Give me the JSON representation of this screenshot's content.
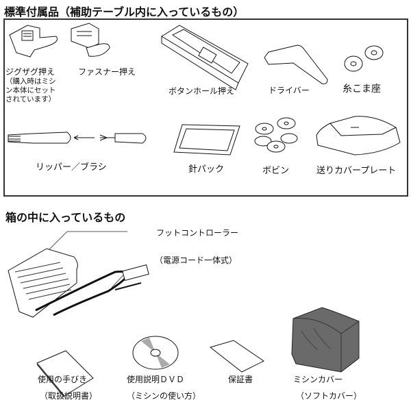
{
  "section1": {
    "title": "標準付属品（補助テーブル内に入っているもの）",
    "items": [
      {
        "label": "ジグザグ押え",
        "note": [
          "（購入時はミシ",
          "ン本体にセット",
          "されています）"
        ]
      },
      {
        "label": "ファスナー押え"
      },
      {
        "label": "ボタンホール押え"
      },
      {
        "label": "ドライバー"
      },
      {
        "label": "糸こま座"
      },
      {
        "label": "リッパー／ブラシ"
      },
      {
        "label": "針パック"
      },
      {
        "label": "ボビン"
      },
      {
        "label": "送りカバープレート"
      }
    ]
  },
  "section2": {
    "title": "箱の中に入っているもの",
    "foot_controller": {
      "label": "フットコントローラー",
      "note": "（電源コード一体式）"
    },
    "items": [
      {
        "label": "使用の手びき",
        "note": "（取扱説明書）"
      },
      {
        "label": "使用説明ＤＶＤ",
        "note": "（ミシンの使い方）"
      },
      {
        "label": "保証書"
      },
      {
        "label": "ミシンカバー",
        "note": "（ソフトカバー）"
      }
    ]
  }
}
